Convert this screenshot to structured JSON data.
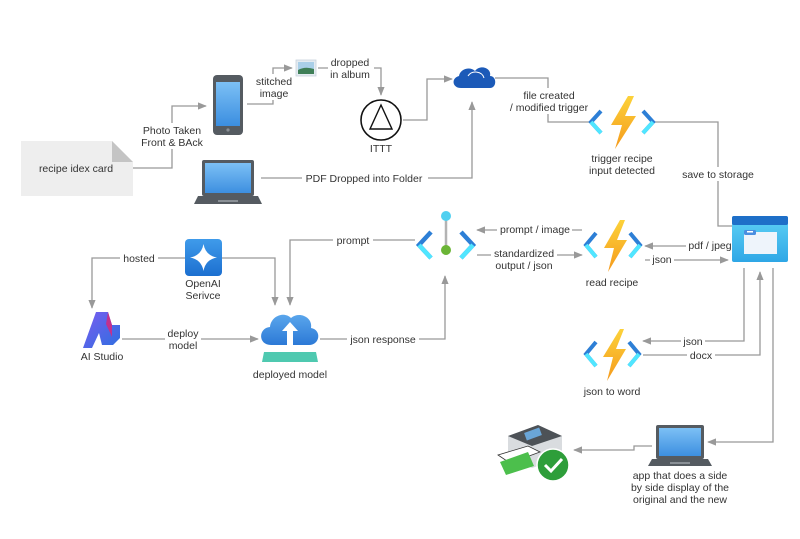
{
  "diagram": {
    "nodes": {
      "recipe_card": {
        "label": "recipe idex card"
      },
      "phone": {
        "label": ""
      },
      "photo_image": {
        "label": ""
      },
      "ittt": {
        "label": "ITTT"
      },
      "onedrive": {
        "label": ""
      },
      "laptop_top": {
        "label": ""
      },
      "trigger_function": {
        "label": [
          "trigger recipe",
          "input detected"
        ]
      },
      "storage": {
        "label": ""
      },
      "ai_gateway": {
        "label": ""
      },
      "read_recipe": {
        "label": "read recipe"
      },
      "openai_service": {
        "label": [
          "OpenAI",
          "Serivce"
        ]
      },
      "ai_studio": {
        "label": "AI Studio"
      },
      "deployed_model": {
        "label": "deployed model"
      },
      "json_to_word": {
        "label": "json to word"
      },
      "printer": {
        "label": ""
      },
      "laptop_bottom": {
        "label": [
          "app that does a side",
          "by side display of the",
          "original and the new"
        ]
      }
    },
    "edges": {
      "photo_taken": [
        "Photo Taken",
        "Front & BAck"
      ],
      "stitched": [
        "stitched",
        "image"
      ],
      "dropped": [
        "dropped",
        "in album"
      ],
      "pdf_dropped": "PDF Dropped into Folder",
      "file_trigger": [
        "file created",
        "/ modified trigger"
      ],
      "save_storage": "save to storage",
      "pdf_jpeg": "pdf / jpeg",
      "json_out": "json",
      "prompt_image": "prompt / image",
      "standardized": [
        "standardized",
        "output / json"
      ],
      "prompt": "prompt",
      "json_response": "json response",
      "hosted": "hosted",
      "deploy_model": [
        "deploy",
        "model"
      ],
      "json_word": "json",
      "docx": "docx"
    },
    "colors": {
      "edge": "#999999",
      "azure_blue": "#2d7fd6",
      "azure_light": "#50e6ff",
      "bolt": "#f7a823",
      "onedrive": "#1c5ab8",
      "card_bg": "#eeeeee",
      "check_green": "#2e9e3a"
    }
  }
}
